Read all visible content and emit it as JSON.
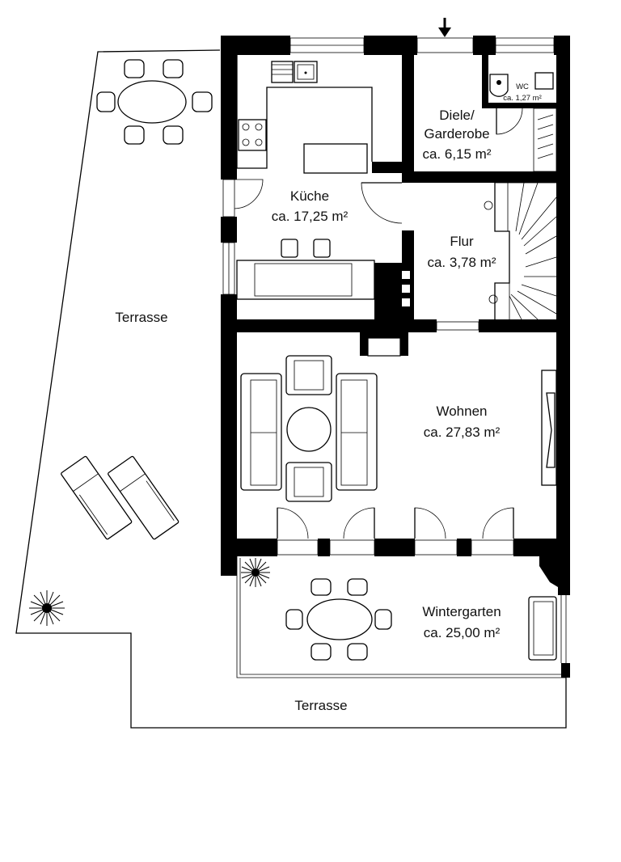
{
  "rooms": {
    "kueche": {
      "name": "Küche",
      "area": "ca. 17,25 m²"
    },
    "diele": {
      "name_line1": "Diele/",
      "name_line2": "Garderobe",
      "area": "ca. 6,15 m²"
    },
    "wc": {
      "name": "WC",
      "area": "ca. 1,27 m²"
    },
    "flur": {
      "name": "Flur",
      "area": "ca. 3,78 m²"
    },
    "wohnen": {
      "name": "Wohnen",
      "area": "ca. 27,83 m²"
    },
    "wintergarten": {
      "name": "Wintergarten",
      "area": "ca. 25,00 m²"
    }
  },
  "outdoor": {
    "terrasse_left": "Terrasse",
    "terrasse_bottom": "Terrasse"
  },
  "colors": {
    "wall": "#000000",
    "background": "#ffffff"
  },
  "icons": [
    "entrance-arrow-icon",
    "plant-icon",
    "sun-lounger-icon",
    "stove-icon",
    "sink-icon"
  ]
}
